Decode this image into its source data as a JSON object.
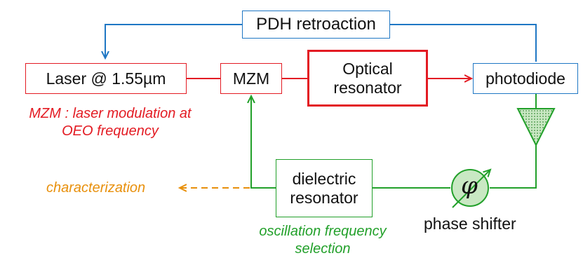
{
  "colors": {
    "red": "#e31b23",
    "blue": "#1f77c4",
    "green": "#22a02a",
    "orange": "#e8900c",
    "amp_fill": "#9fd39a"
  },
  "boxes": {
    "pdh": "PDH retroaction",
    "laser": "Laser @ 1.55µm",
    "mzm": "MZM",
    "optical_line1": "Optical",
    "optical_line2": "resonator",
    "photodiode": "photodiode",
    "dielectric_line1": "dielectric",
    "dielectric_line2": "resonator"
  },
  "annotations": {
    "mzm_note_line1": "MZM : laser modulation at",
    "mzm_note_line2": "OEO frequency",
    "characterization": "characterization",
    "osc_line1": "oscillation frequency",
    "osc_line2": "selection",
    "phase_shifter": "phase shifter"
  },
  "symbols": {
    "phi": "φ",
    "amplifier_icon": "amplifier-triangle-icon",
    "phase_shifter_icon": "phase-shifter-icon"
  }
}
